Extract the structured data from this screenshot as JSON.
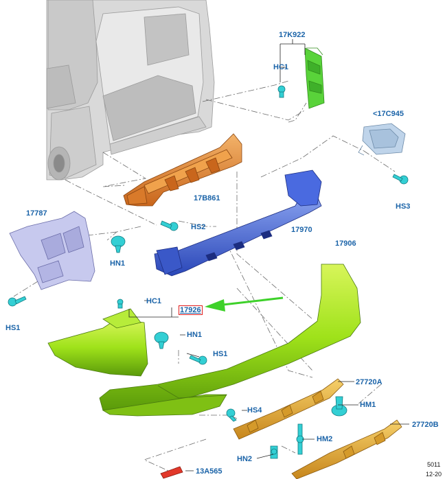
{
  "diagram": {
    "labels": {
      "p17K922": "17K922",
      "hc1_top": "HC1",
      "p17C945": "<17C945",
      "hs3": "HS3",
      "p17B861": "17B861",
      "hs2": "HS2",
      "p17970": "17970",
      "p17787": "17787",
      "hn1_left": "HN1",
      "hs1_left": "HS1",
      "p17906": "17906",
      "hc1_mid": "HC1",
      "p17926": "17926",
      "hn1_mid": "HN1",
      "hs1_mid": "HS1",
      "p27720A": "27720A",
      "hm1": "HM1",
      "hs4": "HS4",
      "hm2": "HM2",
      "p27720B": "27720B",
      "hn2": "HN2",
      "p13A565": "13A565"
    },
    "ref_code_1": "5011",
    "ref_code_2": "12-20"
  },
  "colors": {
    "label_text": "#1a63a8",
    "highlight_box": "#e01b1b",
    "arrow": "#3ed12a",
    "bumper": "#9fe21a",
    "impact_absorber": "#e0862e",
    "reinforcement_beam": "#3d63d6",
    "bracket_lavender": "#c7c9ee",
    "bracket_green": "#59d33a",
    "reflector_strip": "#e8a82a",
    "reflector": "#e2382a",
    "fasteners": "#33cfd4",
    "vehicle": "#d6d6d6"
  },
  "icons": [
    "pointer-arrow-icon"
  ]
}
